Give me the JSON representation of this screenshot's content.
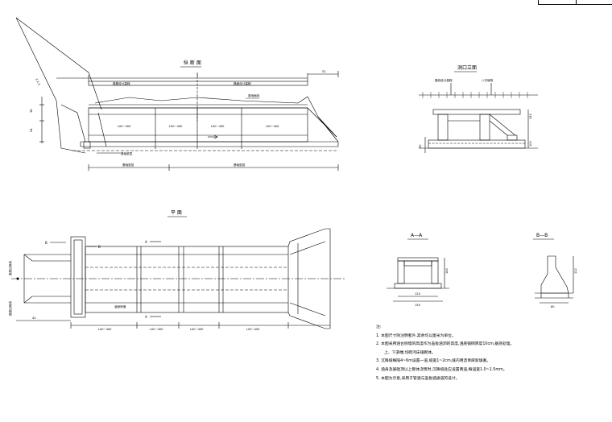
{
  "views": {
    "longitudinal": {
      "title": "纵 断 面",
      "labels": {
        "top_left": "路基设计高程",
        "top_right": "路面设计高程",
        "road_edge": "原地面线",
        "bottom_left": "基础垫层",
        "bottom_right": "基础垫层",
        "slope": "1:1.5"
      }
    },
    "side": {
      "title": "洞口立面",
      "labels": {
        "left": "路线设计高程",
        "right": "八字墙背"
      }
    },
    "plan": {
      "title": "平 面",
      "labels": {
        "left_top": "路基边缘线",
        "left_bottom": "路基边缘线",
        "culvert": "涵身侧墙"
      }
    },
    "section_a": {
      "title": "A—A"
    },
    "section_b": {
      "title": "B—B"
    }
  },
  "segment_labels": [
    "L00~400",
    "L00~400",
    "L00~400",
    "L00~400"
  ],
  "markers": {
    "a": "A",
    "b": "B"
  },
  "notes": {
    "heading": "注:",
    "items": [
      "1. 本图尺寸除注明者外,其余均以厘米为单位。",
      "2. 本图采用涵台侧墙的高度作为盖板涵洞的高度,涵底铺砌厚度10cm,基底处理。",
      "上、下游端,均砌河床铺砌体。",
      "3. 沉降缝每隔4~6m设置一道,缝宽1~2cm,缝内用沥青麻絮填塞。",
      "4. 涵身及基础顶以上整体浇筑时,沉降缝处应设置两道,每道宽1.0~1.5mm。",
      "5. 本图为示意,采用于管涵与盖板涵通道的设计。"
    ]
  }
}
